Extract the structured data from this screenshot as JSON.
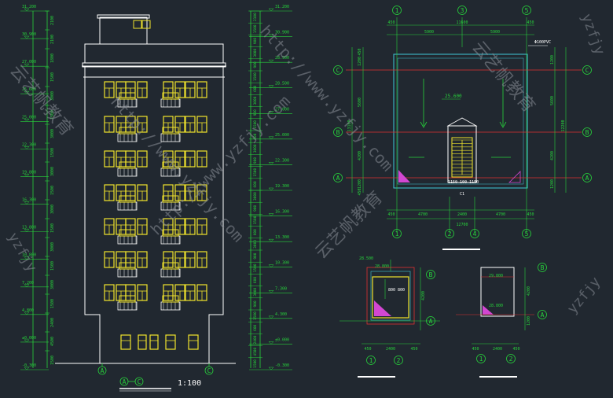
{
  "colors": {
    "background": "#212830",
    "dimension": "#27d23b",
    "elevation_label": "#27d23b",
    "wall": "#ffffff",
    "window": "#f1e42c",
    "axis_red": "#e03030",
    "roof_cyan": "#3fc8d8",
    "hatch_magenta": "#d247d2",
    "watermark": "#8a8f98"
  },
  "elevation_drawing": {
    "scale_label": "1:100",
    "axis_bubbles_bottom": [
      "A",
      "C"
    ],
    "title_axes": [
      "A",
      "C"
    ],
    "levels_left": [
      "31.200",
      "30.900",
      "27.000",
      "25.600",
      "25.000",
      "22.300",
      "19.800",
      "16.300",
      "13.800",
      "10.800",
      "7.200",
      "4.800",
      "±0.000",
      "-0.300"
    ],
    "levels_right": [
      "31.200",
      "30.900",
      "28.900",
      "28.500",
      "27.000",
      "25.000",
      "22.300",
      "19.300",
      "16.300",
      "13.300",
      "10.300",
      "7.300",
      "4.300",
      "±0.000",
      "-0.300"
    ],
    "dims_left": [
      "2100",
      "2100",
      "1800",
      "1500",
      "3000",
      "1500",
      "3000",
      "1500",
      "3000",
      "1500",
      "3000",
      "1500",
      "3000",
      "1500",
      "3000",
      "1500",
      "2400",
      "4500",
      "1500"
    ],
    "dims_right": [
      "2100",
      "1500",
      "900",
      "3000",
      "900",
      "1500",
      "600",
      "3000",
      "900",
      "1500",
      "600",
      "3000",
      "900",
      "1500",
      "600",
      "3000",
      "900",
      "1500",
      "600",
      "3000",
      "900",
      "1500",
      "600",
      "3000",
      "900",
      "1500",
      "600",
      "2400",
      "4500",
      "1500"
    ]
  },
  "roof_plan": {
    "top_axes": [
      "1",
      "3",
      "5"
    ],
    "bottom_axes": [
      "1",
      "2",
      "4",
      "5"
    ],
    "left_axes": [
      "C",
      "B",
      "A"
    ],
    "right_axes": [
      "C",
      "B",
      "A"
    ],
    "top_dims": [
      "450",
      "11600",
      "450"
    ],
    "top_sub_dims": [
      "5900",
      "5900"
    ],
    "bottom_dims": [
      "450",
      "4700",
      "2400",
      "4700",
      "450"
    ],
    "bottom_total": "12700",
    "left_dims": [
      "450",
      "1200",
      "5600",
      "4200",
      "1200",
      "450"
    ],
    "left_total": "13100",
    "right_dims": [
      "1200",
      "5600",
      "12200",
      "4200",
      "1200"
    ],
    "roof_level": "25.600",
    "stair_dims": "1150 100 1150",
    "stair_label": "C1",
    "pipe_label": "Φ100PVC"
  },
  "small_plan_left": {
    "axes_right": [
      "B",
      "A"
    ],
    "axes_bottom": [
      "1",
      "2"
    ],
    "dims_bottom": [
      "450",
      "2400",
      "450"
    ],
    "dims_right": [
      "4200"
    ],
    "level_top": "28.500",
    "level_mid": "28.800",
    "stair_dims": "800 800"
  },
  "small_plan_right": {
    "axes_right": [
      "B",
      "A"
    ],
    "axes_bottom": [
      "1",
      "2"
    ],
    "dims_bottom": [
      "450",
      "2400",
      "450"
    ],
    "dims_right": [
      "4200",
      "1200"
    ],
    "level_top": "29.800",
    "level_bottom": "28.800"
  },
  "watermarks": [
    "云艺帆教育",
    "http://www.yzfjy.com",
    "yzfjy"
  ]
}
